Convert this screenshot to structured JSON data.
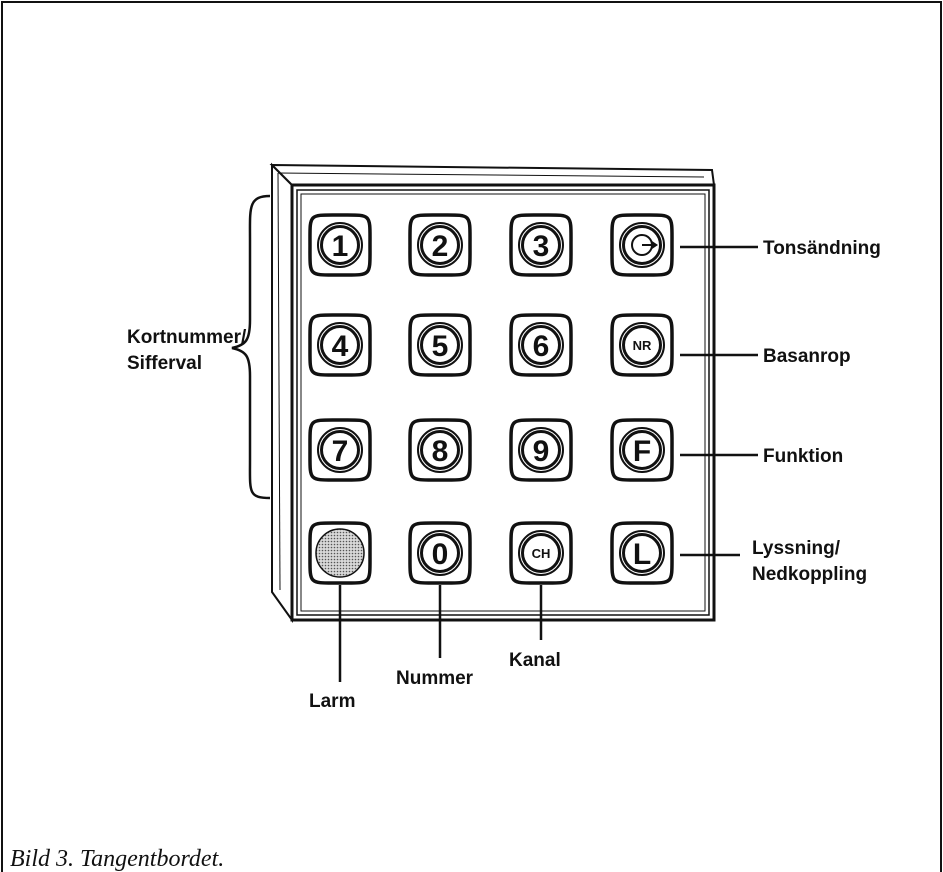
{
  "keypad": {
    "rows": [
      [
        {
          "glyph": "1"
        },
        {
          "glyph": "2"
        },
        {
          "glyph": "3"
        },
        {
          "glyph": "",
          "icon": "tone-circle-icon"
        }
      ],
      [
        {
          "glyph": "4"
        },
        {
          "glyph": "5"
        },
        {
          "glyph": "6"
        },
        {
          "glyph": "NR"
        }
      ],
      [
        {
          "glyph": "7"
        },
        {
          "glyph": "8"
        },
        {
          "glyph": "9"
        },
        {
          "glyph": "F"
        }
      ],
      [
        {
          "glyph": "",
          "icon": "alarm-dotted-icon"
        },
        {
          "glyph": "0"
        },
        {
          "glyph": "CH"
        },
        {
          "glyph": "L"
        }
      ]
    ]
  },
  "labels": {
    "left": [
      "Kortnummer/",
      "Sifferval"
    ],
    "right": [
      {
        "lines": [
          "Tonsändning"
        ]
      },
      {
        "lines": [
          "Basanrop"
        ]
      },
      {
        "lines": [
          "Funktion"
        ]
      },
      {
        "lines": [
          "Lyssning/",
          "Nedkoppling"
        ]
      }
    ],
    "bottom": {
      "larm": "Larm",
      "nummer": "Nummer",
      "kanal": "Kanal"
    }
  },
  "caption": "Bild 3. Tangentbordet."
}
